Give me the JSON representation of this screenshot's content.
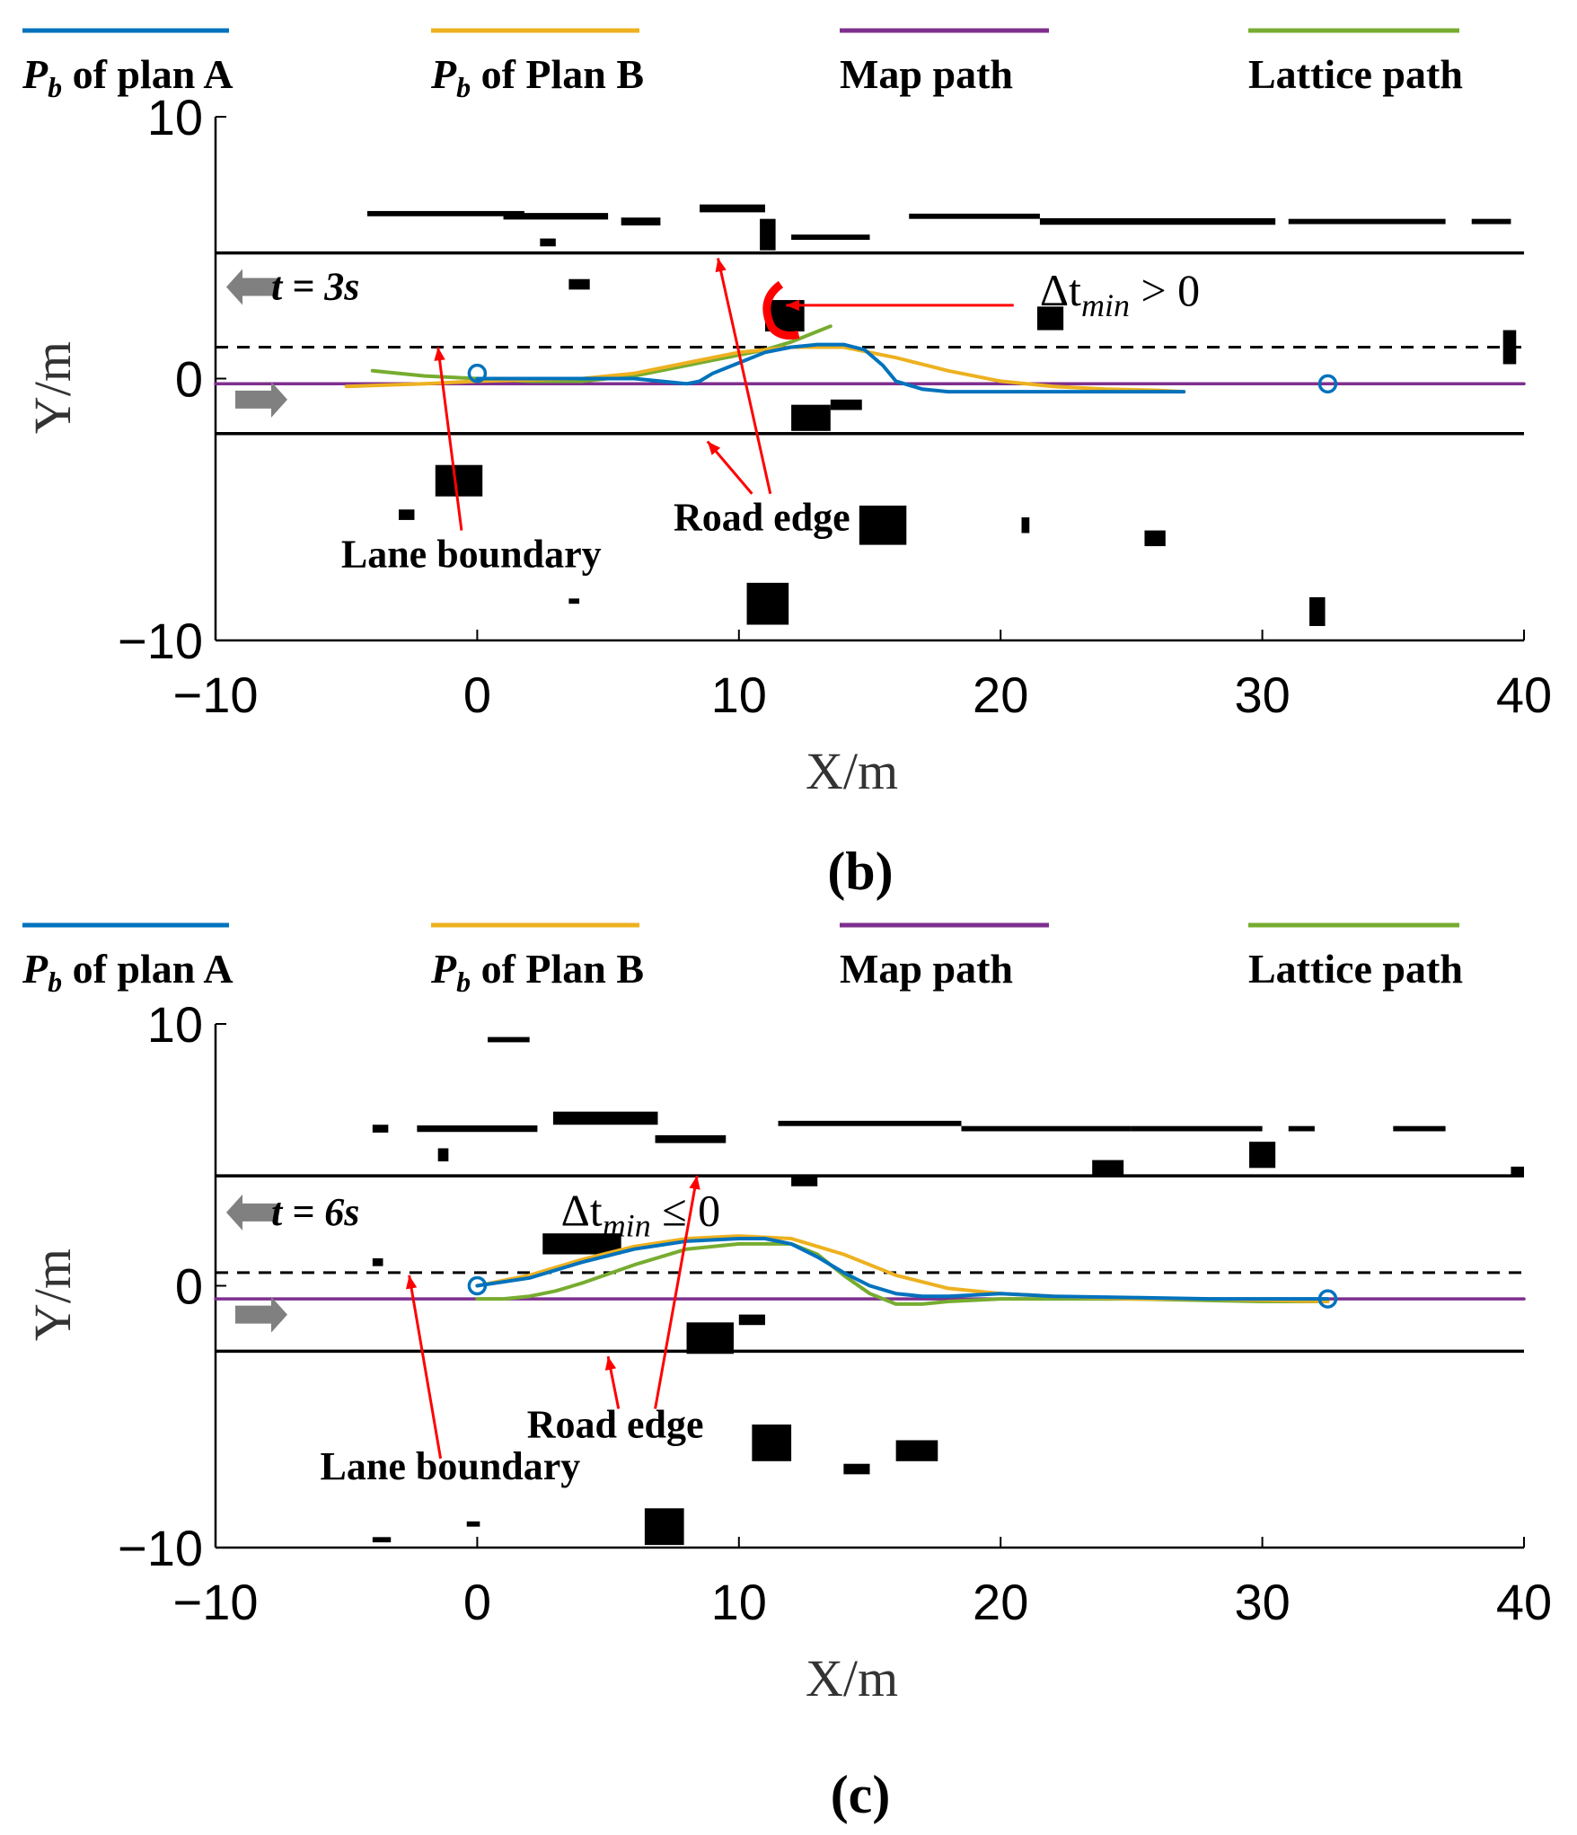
{
  "colors": {
    "plan_a": "#0072bd",
    "plan_b": "#edb120",
    "map_path": "#7e2f8e",
    "lattice": "#77ac30",
    "boundary": "#000000",
    "arrow": "#ff0000",
    "lane_arrow": "#808080"
  },
  "chart_data": [
    {
      "type": "line",
      "panel_label": "(b)",
      "xlabel": "X/m",
      "ylabel": "Y/m",
      "xlim": [
        -10,
        40
      ],
      "ylim": [
        -10,
        10
      ],
      "xticks": [
        -10,
        0,
        10,
        20,
        30,
        40
      ],
      "yticks": [
        -10,
        0,
        10
      ],
      "grid": false,
      "legend_position": "top",
      "legend": [
        {
          "key": "plan_a",
          "prefix": "P",
          "subscript": "b",
          "suffix": " of plan A"
        },
        {
          "key": "plan_b",
          "prefix": "P",
          "subscript": "b",
          "suffix": " of Plan B"
        },
        {
          "key": "map_path",
          "text": "Map path"
        },
        {
          "key": "lattice",
          "text": "Lattice path"
        }
      ],
      "series": [
        {
          "key": "map_path",
          "name": "Map path",
          "x": [
            -10,
            40
          ],
          "y": [
            -0.2,
            -0.2
          ]
        },
        {
          "key": "lattice",
          "name": "Lattice path",
          "x": [
            -4,
            -2,
            0,
            2,
            4,
            6,
            8,
            9,
            10,
            11,
            12,
            12.5,
            13,
            13.5
          ],
          "y": [
            0.3,
            0.1,
            0.0,
            -0.1,
            -0.1,
            0.1,
            0.5,
            0.7,
            0.9,
            1.1,
            1.4,
            1.6,
            1.8,
            2.0
          ]
        },
        {
          "key": "plan_b",
          "name": "P_b of Plan B",
          "x": [
            -5,
            -2,
            0,
            2,
            4,
            6,
            8,
            10,
            12,
            14,
            16,
            18,
            20,
            22,
            24,
            26,
            27
          ],
          "y": [
            -0.3,
            -0.2,
            -0.1,
            -0.05,
            0.0,
            0.2,
            0.6,
            1.0,
            1.2,
            1.2,
            0.8,
            0.3,
            -0.1,
            -0.3,
            -0.4,
            -0.45,
            -0.5
          ]
        },
        {
          "key": "plan_a",
          "name": "P_b of plan A",
          "x": [
            0,
            2,
            4,
            6,
            7,
            8,
            8.5,
            9,
            10,
            11,
            12,
            13,
            14,
            14.8,
            15.5,
            16,
            17,
            18,
            20,
            22,
            25,
            27
          ],
          "y": [
            0.0,
            0.0,
            0.0,
            0.0,
            -0.1,
            -0.2,
            -0.1,
            0.2,
            0.6,
            1.0,
            1.2,
            1.3,
            1.3,
            1.1,
            0.5,
            -0.1,
            -0.4,
            -0.5,
            -0.5,
            -0.5,
            -0.5,
            -0.5
          ]
        }
      ],
      "road_edges": [
        4.8,
        -2.1
      ],
      "lane_boundary": 1.2,
      "start_marker": [
        0,
        0.2
      ],
      "goal_marker": [
        32.5,
        -0.2
      ],
      "annotations": {
        "time_label": "t = 3s",
        "delta_label": "Δt",
        "delta_sub": "min",
        "delta_rel": " > 0",
        "road_edge": "Road edge",
        "lane_boundary": "Lane boundary",
        "caption": "(b)"
      }
    },
    {
      "type": "line",
      "panel_label": "(c)",
      "xlabel": "X/m",
      "ylabel": "Y/m",
      "xlim": [
        -10,
        40
      ],
      "ylim": [
        -10,
        10
      ],
      "xticks": [
        -10,
        0,
        10,
        20,
        30,
        40
      ],
      "yticks": [
        -10,
        0,
        10
      ],
      "grid": false,
      "legend_position": "top",
      "legend": [
        {
          "key": "plan_a",
          "prefix": "P",
          "subscript": "b",
          "suffix": " of plan A"
        },
        {
          "key": "plan_b",
          "prefix": "P",
          "subscript": "b",
          "suffix": " of Plan B"
        },
        {
          "key": "map_path",
          "text": "Map path"
        },
        {
          "key": "lattice",
          "text": "Lattice path"
        }
      ],
      "series": [
        {
          "key": "map_path",
          "name": "Map path",
          "x": [
            -10,
            40
          ],
          "y": [
            -0.5,
            -0.5
          ]
        },
        {
          "key": "lattice",
          "name": "Lattice path",
          "x": [
            0,
            1,
            2,
            3,
            4,
            6,
            8,
            10,
            12,
            13,
            14,
            15,
            16,
            17,
            18,
            20,
            25,
            30,
            32.5
          ],
          "y": [
            -0.5,
            -0.5,
            -0.4,
            -0.2,
            0.1,
            0.8,
            1.4,
            1.6,
            1.6,
            1.2,
            0.4,
            -0.3,
            -0.7,
            -0.7,
            -0.6,
            -0.5,
            -0.5,
            -0.6,
            -0.6
          ]
        },
        {
          "key": "plan_b",
          "name": "P_b of Plan B",
          "x": [
            0,
            2,
            4,
            6,
            8,
            10,
            12,
            14,
            16,
            18,
            20,
            22,
            25,
            28,
            30,
            32.5
          ],
          "y": [
            0.0,
            0.4,
            1.0,
            1.5,
            1.8,
            1.9,
            1.8,
            1.2,
            0.4,
            -0.1,
            -0.3,
            -0.4,
            -0.5,
            -0.5,
            -0.55,
            -0.6
          ]
        },
        {
          "key": "plan_a",
          "name": "P_b of plan A",
          "x": [
            0,
            2,
            4,
            6,
            8,
            10,
            11,
            12,
            13,
            14,
            15,
            16,
            17,
            18,
            20,
            22,
            25,
            28,
            30,
            32.5
          ],
          "y": [
            0.0,
            0.3,
            0.9,
            1.4,
            1.7,
            1.8,
            1.8,
            1.6,
            1.1,
            0.5,
            0.0,
            -0.3,
            -0.4,
            -0.4,
            -0.3,
            -0.4,
            -0.45,
            -0.5,
            -0.5,
            -0.5
          ]
        }
      ],
      "road_edges": [
        4.2,
        -2.5
      ],
      "lane_boundary": 0.5,
      "start_marker": [
        0,
        0.0
      ],
      "goal_marker": [
        32.5,
        -0.5
      ],
      "annotations": {
        "time_label": "t = 6s",
        "delta_label": "Δt",
        "delta_sub": "min",
        "delta_rel": " ≤ 0",
        "road_edge": "Road edge",
        "lane_boundary": "Lane boundary",
        "caption": "(c)"
      }
    }
  ]
}
